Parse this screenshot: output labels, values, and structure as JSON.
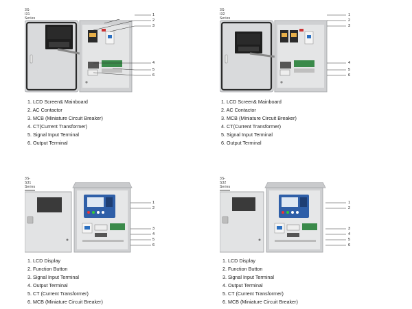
{
  "panels": [
    {
      "title": "3S-I31 Series",
      "callouts": [
        "1",
        "2",
        "3",
        "4",
        "5",
        "6"
      ],
      "legend": [
        "1. LCD Screen& Mainboard",
        "2. AC Contactor",
        "3. MCB (Miniature Circuit Breaker)",
        "4. CT(Current Transformer)",
        "5. Signal Input Terminal",
        "6. Output Terminal"
      ]
    },
    {
      "title": "3S-I32 Series",
      "callouts": [
        "1",
        "2",
        "3",
        "4",
        "5",
        "6"
      ],
      "legend": [
        "1. LCD Screen& Mainboard",
        "2. AC Contactor",
        "3. MCB (Miniature Circuit Breaker)",
        "4. CT(Current Transformer)",
        "5. Signal Input Terminal",
        "6. Output Terminal"
      ]
    },
    {
      "title": "3S-S31 Series",
      "callouts": [
        "1",
        "2",
        "3",
        "4",
        "5",
        "6"
      ],
      "legend": [
        "1. LCD Display",
        "2. Function Button",
        "3. Signal Input Terminal",
        "4. Output Terminal",
        "5. CT (Current Transformer)",
        "6. MCB (Miniature Circuit Breaker)"
      ]
    },
    {
      "title": "3S-S32 Series",
      "callouts": [
        "1",
        "2",
        "3",
        "4",
        "5",
        "6"
      ],
      "legend": [
        "1. LCD Display",
        "2. Function Button",
        "3. Signal Input Terminal",
        "4. Output Terminal",
        "5. CT (Current Transformer)",
        "6. MCB (Miniature Circuit Breaker)"
      ]
    }
  ],
  "colors": {
    "cabinet_body": "#d9dadc",
    "cabinet_edge": "#a9abae",
    "door_seal": "#2b2b2b",
    "lcd_bezel": "#1e1e1e",
    "display_blue": "#2f5fa8",
    "terminal_green": "#3a8a4a",
    "breaker_blue": "#2a6fc0"
  }
}
